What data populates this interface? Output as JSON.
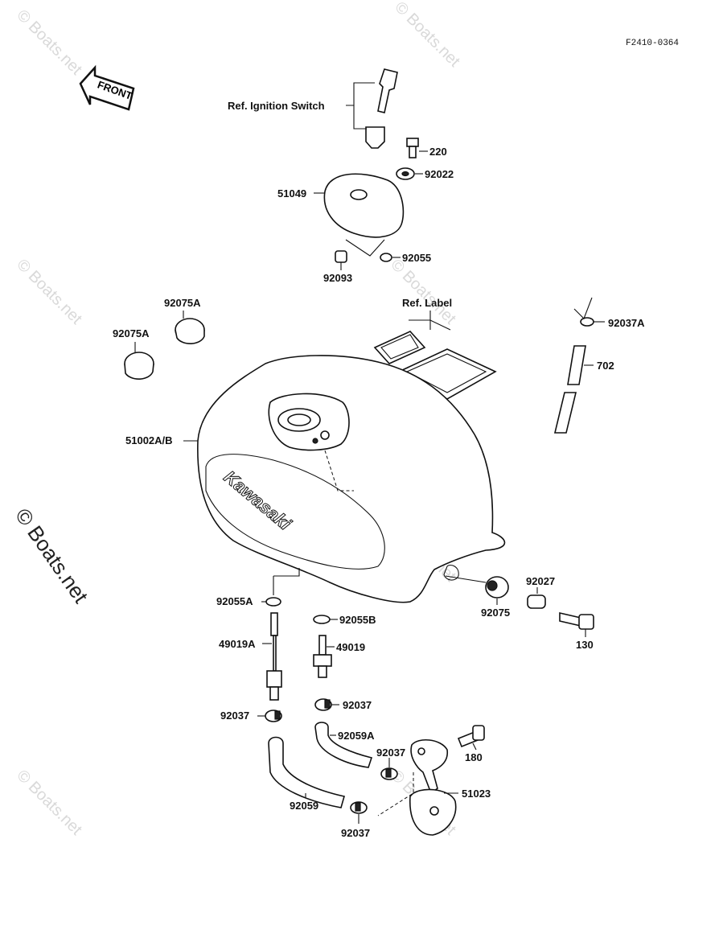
{
  "figure_code": "F2410-0364",
  "front_arrow": "FRONT",
  "tank_logo": "Kawasaki",
  "watermark": "© Boats.net",
  "labels": {
    "ref_ignition_switch": "Ref. Ignition Switch",
    "p220": "220",
    "p92022": "92022",
    "p51049": "51049",
    "p92055": "92055",
    "p92093": "92093",
    "ref_label": "Ref. Label",
    "p92075A_right": "92075A",
    "p92075A_left": "92075A",
    "p92037A": "92037A",
    "p702": "702",
    "p51002": "51002A/B",
    "p92055A": "92055A",
    "p92055B": "92055B",
    "p92027": "92027",
    "p92075": "92075",
    "p130": "130",
    "p49019A": "49019A",
    "p49019": "49019",
    "p92037_right": "92037",
    "p92037_left": "92037",
    "p92059A": "92059A",
    "p92037_mid": "92037",
    "p180": "180",
    "p51023": "51023",
    "p92059": "92059",
    "p92037_bottom": "92037"
  }
}
